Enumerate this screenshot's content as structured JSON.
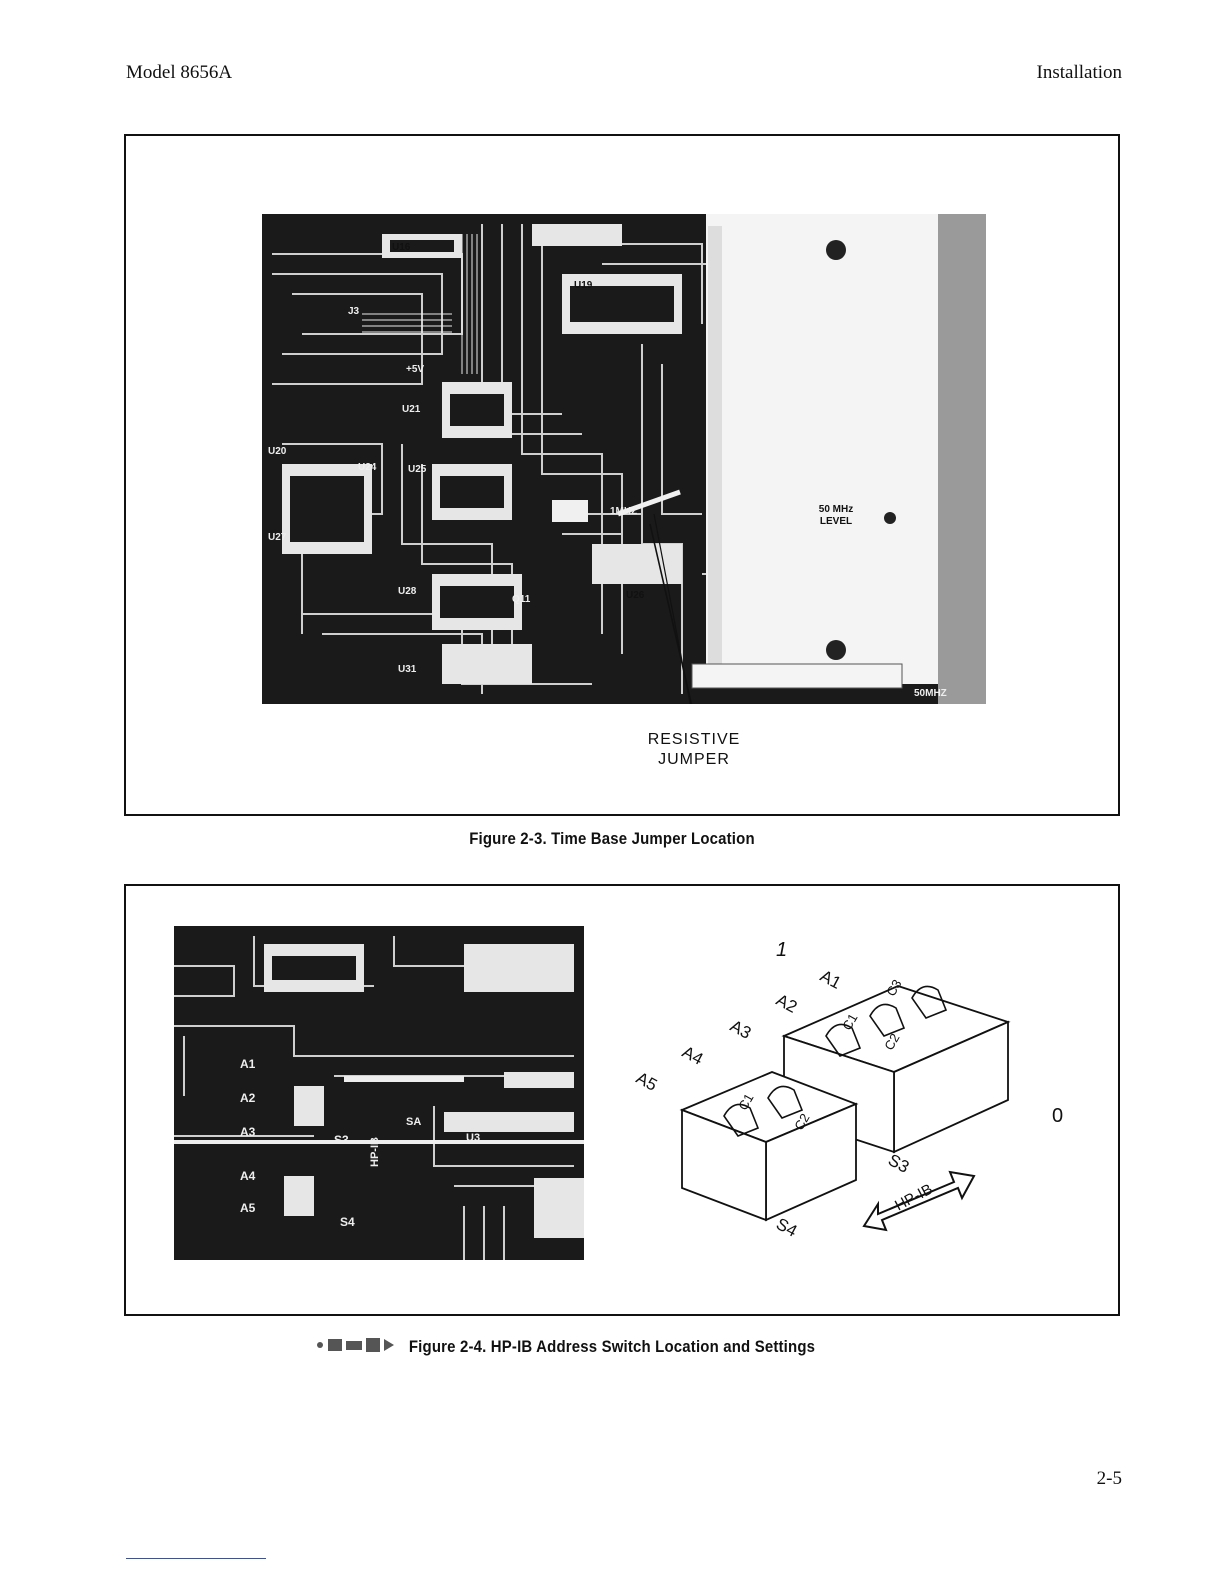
{
  "header": {
    "left": "Model 8656A",
    "right": "Installation"
  },
  "figure_1": {
    "caption": "Figure 2-3.  Time Base Jumper Location",
    "callout": [
      "RESISTIVE",
      "JUMPER"
    ],
    "level_label": [
      "50 MHz",
      "LEVEL"
    ],
    "board_labels": [
      "U16",
      "J3",
      "U19",
      "U21",
      "U20",
      "U24",
      "U25",
      "U27",
      "U28",
      "U31",
      "Q11",
      "U26",
      "+5V",
      "1MHZ",
      "50MHZ"
    ]
  },
  "figure_2": {
    "caption": "Figure 2-4.  HP-IB Address Switch Location and Settings",
    "photo_labels": [
      "A1",
      "A2",
      "A3",
      "A4",
      "A5",
      "S3",
      "S4",
      "HP-IB",
      "U3",
      "SA"
    ],
    "drawing_labels": {
      "one": "1",
      "zero": "0",
      "a1": "A1",
      "a2": "A2",
      "a3": "A3",
      "a4": "A4",
      "a5": "A5",
      "c1_s3": "C1",
      "c2_s3": "C2",
      "c3_s3": "C3",
      "c1_s4": "C1",
      "c2_s4": "C2",
      "s3": "S3",
      "s4": "S4",
      "hpib": "HP-IB"
    }
  },
  "footer": {
    "page_number": "2-5"
  }
}
